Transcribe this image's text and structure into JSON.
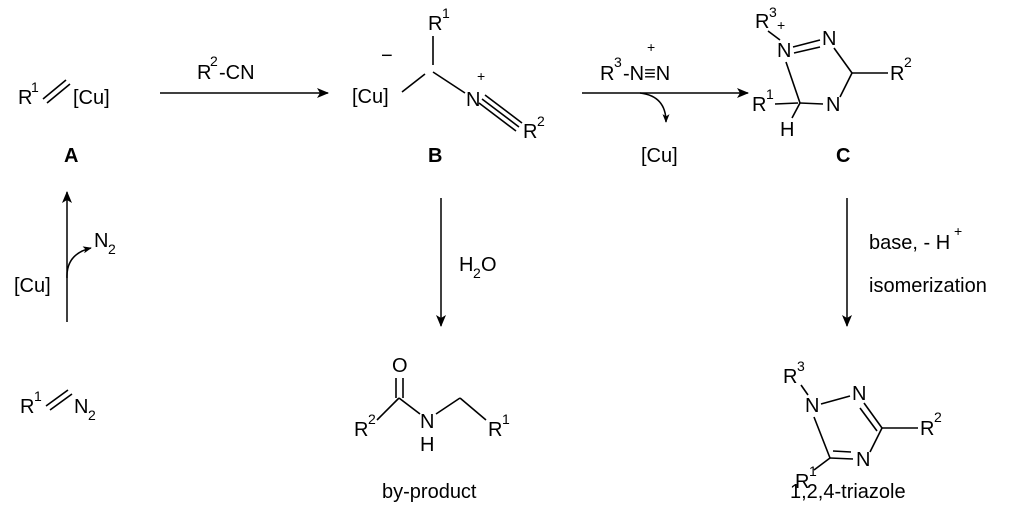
{
  "scheme": {
    "species": {
      "A": {
        "label": "A",
        "r": "R",
        "r_sup": "1",
        "cu": "[Cu]"
      },
      "B": {
        "label": "B",
        "r": "R",
        "r_sup": "1",
        "minus": "−",
        "cu": "[Cu]",
        "n": "N",
        "plus": "+",
        "r2": "R",
        "r2_sup": "2"
      },
      "C": {
        "label": "C",
        "r3": "R",
        "r3_sup": "3",
        "plus": "+",
        "n1": "N",
        "n2": "N",
        "n4": "N",
        "r2": "R",
        "r2_sup": "2",
        "r1": "R",
        "r1_sup": "1",
        "h": "H"
      },
      "diazo": {
        "r": "R",
        "r_sup": "1",
        "n2": "N",
        "n2_sub": "2"
      },
      "byproduct": {
        "label": "by-product",
        "o": "O",
        "r2": "R",
        "r2_sup": "2",
        "n": "N",
        "h": "H",
        "r1": "R",
        "r1_sup": "1"
      },
      "triazole": {
        "label": "1,2,4-triazole",
        "r3": "R",
        "r3_sup": "3",
        "n1": "N",
        "n2": "N",
        "n4": "N",
        "r2": "R",
        "r2_sup": "2",
        "r1": "R",
        "r1_sup": "1"
      }
    },
    "arrows": {
      "a_to_b": {
        "reagent_r": "R",
        "reagent_sup": "2",
        "reagent_rest": "-CN"
      },
      "b_to_c": {
        "reagent_r": "R",
        "reagent_sup": "3",
        "reagent_rest": "-N≡N",
        "reagent_plus": "+",
        "released": "[Cu]"
      },
      "diazo_to_a": {
        "catalyst": "[Cu]",
        "released": "N",
        "released_sub": "2"
      },
      "b_to_byproduct": {
        "reagent_h": "H",
        "reagent_sub": "2",
        "reagent_o": "O"
      },
      "c_to_triazole": {
        "line1": "base, - H",
        "line1_sup": "+",
        "line2": "isomerization"
      }
    }
  }
}
